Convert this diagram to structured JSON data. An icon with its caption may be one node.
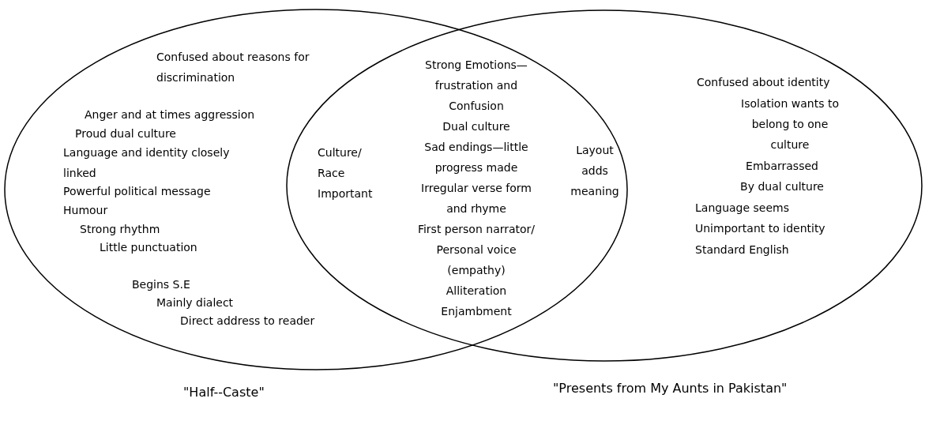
{
  "diagram": {
    "nodes": [
      {
        "text": [
          "Confused about reasons for discrimination",
          "Anger and at times aggression",
          "Proud dual culture",
          "Language and identity closely linked",
          "Powerful political message",
          "Humour",
          "Strong rhythm",
          "Little punctuation",
          "Begins S.E",
          "Mainly dialect",
          "Direct address to reader",
          "\"Half--Caste\""
        ]
      },
      {
        "text": [
          "Confused about identity",
          "Isolation wants to belong to one culture",
          "Embarrassed By dual culture",
          "Language seems Unimportant to identity",
          "Standard English",
          "\"Presents from My Aunts in Pakistan\""
        ]
      }
    ],
    "labels": [
      "Strong Emotions—frustration and Confusion",
      "Culture/ Race Important",
      "Dual culture",
      "Layout adds meaning",
      "Sad endings—little progress made",
      "Irregular verse form and rhyme",
      "First person narrator/ Personal voice (empathy)",
      "Alliteration",
      "Enjambment"
    ]
  }
}
